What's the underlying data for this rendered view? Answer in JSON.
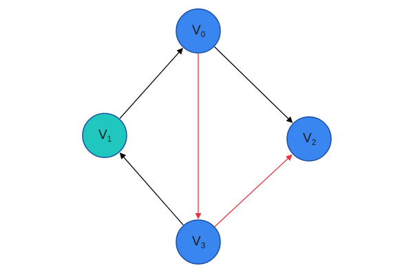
{
  "graph": {
    "nodes": [
      {
        "id": "v0",
        "name": "V",
        "sub": "0",
        "color": "#3a86f0"
      },
      {
        "id": "v1",
        "name": "V",
        "sub": "1",
        "color": "#1fc7bf"
      },
      {
        "id": "v2",
        "name": "V",
        "sub": "2",
        "color": "#3a86f0"
      },
      {
        "id": "v3",
        "name": "V",
        "sub": "3",
        "color": "#3a86f0"
      }
    ],
    "edges": [
      {
        "from": "v1",
        "to": "v0",
        "color": "#000000"
      },
      {
        "from": "v0",
        "to": "v2",
        "color": "#000000"
      },
      {
        "from": "v0",
        "to": "v3",
        "color": "#e8323c"
      },
      {
        "from": "v3",
        "to": "v2",
        "color": "#e8323c"
      },
      {
        "from": "v3",
        "to": "v1",
        "color": "#000000"
      }
    ],
    "node_stroke_color": "#1a4fa0"
  }
}
